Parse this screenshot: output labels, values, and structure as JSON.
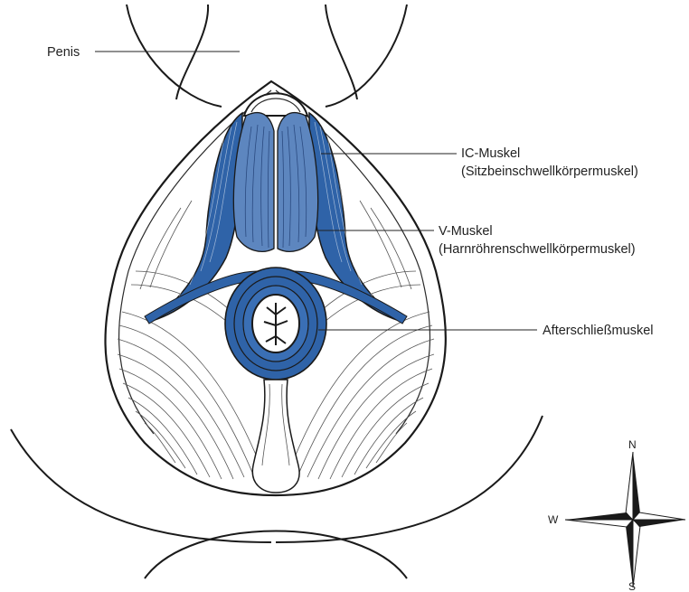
{
  "labels": {
    "penis": "Penis",
    "ic_muscle": "IC-Muskel",
    "ic_muscle_sub": "(Sitzbeinschwellkörpermuskel)",
    "v_muscle": "V-Muskel",
    "v_muscle_sub": "(Harnröhrenschwellkörpermuskel)",
    "anal_sphincter": "Afterschließmuskel"
  },
  "compass": {
    "north": "N",
    "west": "W",
    "south": "S"
  },
  "colors": {
    "muscle_blue": "#2f63a8",
    "muscle_blue_light": "#5d86bf",
    "outline": "#1a1a1a"
  }
}
